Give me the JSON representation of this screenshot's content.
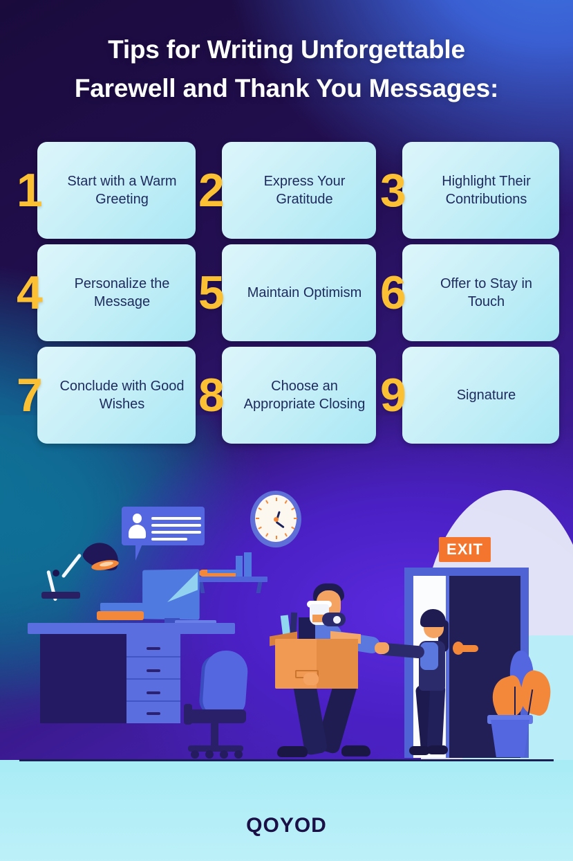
{
  "poster": {
    "title_lines": [
      "Tips for Writing Unforgettable",
      "Farewell and Thank You Messages:"
    ],
    "title_full": "Tips for Writing Unforgettable Farewell and Thank You Messages:",
    "brand": "QOYOD",
    "colors": {
      "accent_number": "#fcc034",
      "card_text": "#1d2a5c",
      "card_bg_start": "#ddf6fb",
      "card_bg_end": "#a9e8f4",
      "title_text": "#ffffff",
      "bg_dark": "#190a38",
      "bg_blue": "#3365cc",
      "bg_purple": "#5027d8",
      "bg_teal": "#0e7c97",
      "floor": "#b4eef7",
      "exit_sign": "#f4762e",
      "orange": "#f4883a"
    }
  },
  "tips": [
    {
      "number": "1",
      "label": "Start with a Warm Greeting"
    },
    {
      "number": "2",
      "label": "Express Your Gratitude"
    },
    {
      "number": "3",
      "label": "Highlight Their Contributions"
    },
    {
      "number": "4",
      "label": "Personalize the Message"
    },
    {
      "number": "5",
      "label": "Maintain Optimism"
    },
    {
      "number": "6",
      "label": "Offer to Stay in Touch"
    },
    {
      "number": "7",
      "label": "Conclude with Good Wishes"
    },
    {
      "number": "8",
      "label": "Choose an Appropriate Closing"
    },
    {
      "number": "9",
      "label": "Signature"
    }
  ],
  "illustration": {
    "exit_sign_label": "EXIT",
    "scene_description": "Employee carrying a cardboard box of belongings leaving an office through an exit door held open by a colleague",
    "elements": [
      "wall-clock",
      "chat-bubble",
      "wall-shelf",
      "desk-lamp",
      "desk",
      "laptop",
      "books",
      "office-chair",
      "cardboard-box",
      "man-with-box",
      "woman-at-door",
      "exit-door",
      "potted-plant"
    ]
  }
}
